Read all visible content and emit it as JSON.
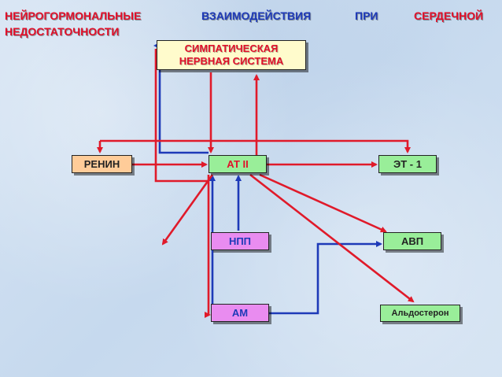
{
  "title": {
    "words": [
      "НЕЙРОГОРМОНАЛЬНЫЕ",
      "ВЗАИМОДЕЙСТВИЯ",
      "ПРИ",
      "СЕРДЕЧНОЙ"
    ],
    "line2": "НЕДОСТАТОЧНОСТИ"
  },
  "nodes": {
    "sns_line1": "СИМПАТИЧЕСКАЯ",
    "sns_line2": "НЕРВНАЯ СИСТЕМА",
    "renin": "РЕНИН",
    "at2": "АТ II",
    "et1": "ЭТ - 1",
    "npp": "НПП",
    "avp": "АВП",
    "am": "АМ",
    "aldosterone": "Альдостерон"
  },
  "colors": {
    "red_arrow": "#e01a2a",
    "blue_arrow": "#1e3ab8",
    "title_red": "#e0102a",
    "title_blue": "#1e3ab8",
    "box_yellow": "#fffbcc",
    "box_green": "#99ee99",
    "box_orange": "#ffcc99",
    "box_pink": "#e98cf0"
  }
}
